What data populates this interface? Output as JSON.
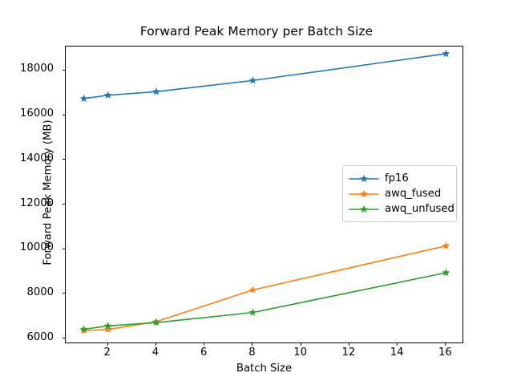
{
  "chart_data": {
    "type": "line",
    "title": "Forward Peak Memory per Batch Size",
    "xlabel": "Batch Size",
    "ylabel": "Forward Peak Memory (MB)",
    "x": [
      1,
      2,
      4,
      8,
      16
    ],
    "xlim": [
      0.25,
      16.75
    ],
    "ylim": [
      5757,
      19070
    ],
    "xticks": [
      2,
      4,
      6,
      8,
      10,
      12,
      14,
      16
    ],
    "xticklabels": [
      "2",
      "4",
      "6",
      "8",
      "10",
      "12",
      "14",
      "16"
    ],
    "yticks": [
      6000,
      8000,
      10000,
      12000,
      14000,
      16000,
      18000
    ],
    "yticklabels": [
      "6000",
      "8000",
      "10000",
      "12000",
      "14000",
      "16000",
      "18000"
    ],
    "grid": false,
    "legend_position": "center right",
    "marker": "star",
    "series": [
      {
        "name": "fp16",
        "color": "#1f77b4",
        "values": [
          16740,
          16890,
          17050,
          17550,
          18750
        ]
      },
      {
        "name": "awq_fused",
        "color": "#ff7f0e",
        "values": [
          6360,
          6410,
          6760,
          8180,
          10150
        ]
      },
      {
        "name": "awq_unfused",
        "color": "#2ca02c",
        "values": [
          6420,
          6570,
          6720,
          7170,
          8950
        ]
      }
    ]
  },
  "figure": {
    "background": "#ffffff",
    "axes_color": "#000000",
    "legend_border_color": "#cccccc"
  }
}
